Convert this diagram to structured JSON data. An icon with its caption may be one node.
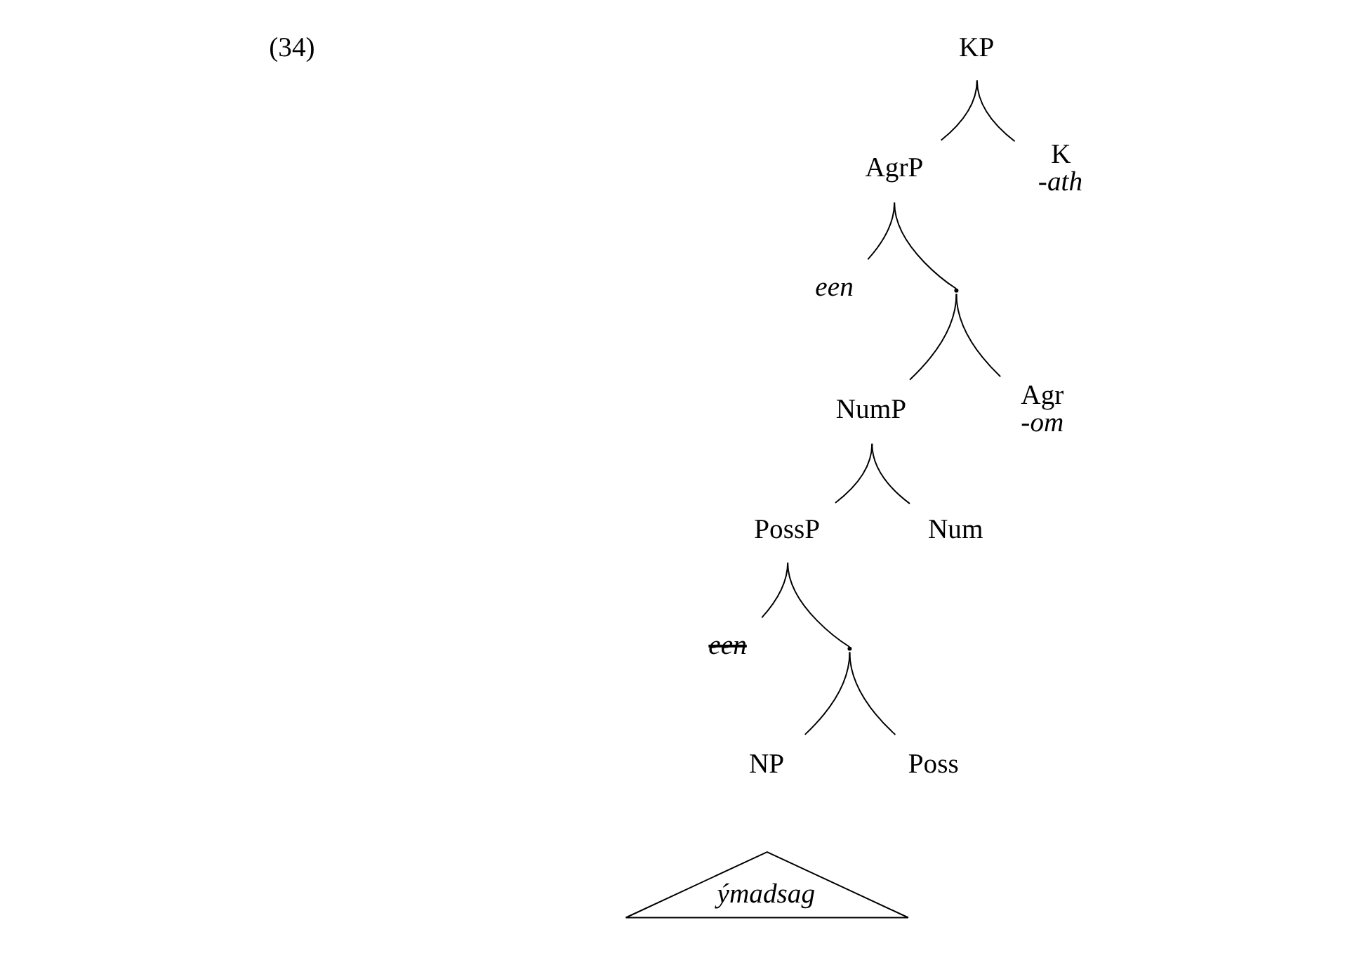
{
  "diagram": {
    "nodes": [
      {
        "text": [
          "KP"
        ]
      },
      {
        "text": [
          "AgrP"
        ]
      },
      {
        "text": [
          "K",
          "-ath"
        ]
      },
      {
        "text": [
          "een"
        ]
      },
      {
        "text": [],
        "shape": "point"
      },
      {
        "text": [
          "NumP"
        ]
      },
      {
        "text": [
          "Agr",
          "-om"
        ]
      },
      {
        "text": [
          "PossP"
        ]
      },
      {
        "text": [
          "Num"
        ]
      },
      {
        "text": [
          "een"
        ]
      },
      {
        "text": [],
        "shape": "point"
      },
      {
        "text": [
          "NP"
        ]
      },
      {
        "text": [
          "Poss"
        ]
      },
      {
        "text": [
          "ýmadsag"
        ]
      }
    ],
    "edges": [
      {
        "from": 0,
        "to": 1,
        "arrow": "none"
      },
      {
        "from": 0,
        "to": 2,
        "arrow": "none"
      },
      {
        "from": 1,
        "to": 3,
        "arrow": "none"
      },
      {
        "from": 1,
        "to": 4,
        "arrow": "none"
      },
      {
        "from": 4,
        "to": 5,
        "arrow": "none"
      },
      {
        "from": 4,
        "to": 6,
        "arrow": "none"
      },
      {
        "from": 5,
        "to": 7,
        "arrow": "none"
      },
      {
        "from": 5,
        "to": 8,
        "arrow": "none"
      },
      {
        "from": 7,
        "to": 9,
        "arrow": "none"
      },
      {
        "from": 7,
        "to": 10,
        "arrow": "none"
      },
      {
        "from": 10,
        "to": 11,
        "arrow": "none"
      },
      {
        "from": 10,
        "to": 12,
        "arrow": "none"
      }
    ],
    "labels": [
      "(34)"
    ]
  }
}
